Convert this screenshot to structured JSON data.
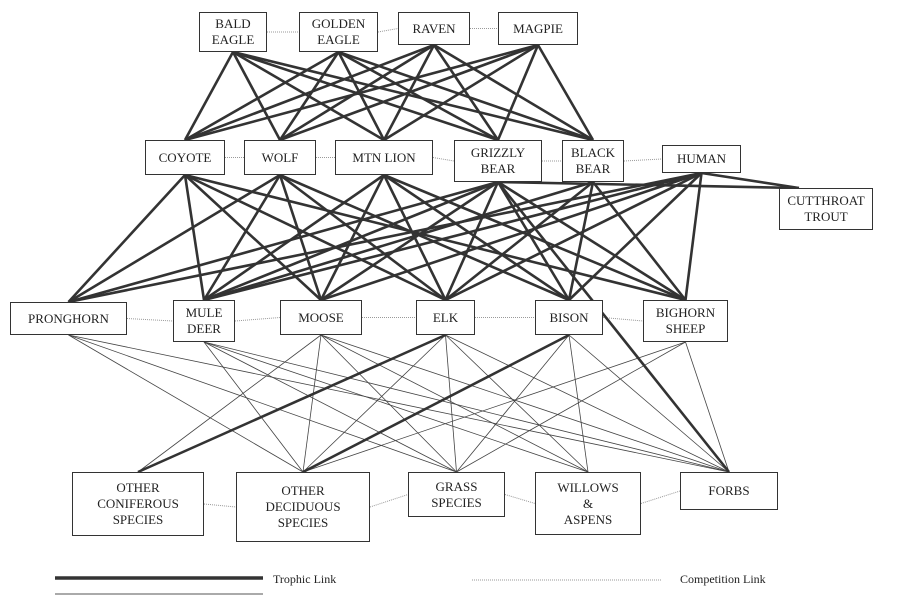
{
  "nodes": {
    "bald_eagle": "BALD\nEAGLE",
    "golden_eagle": "GOLDEN\nEAGLE",
    "raven": "RAVEN",
    "magpie": "MAGPIE",
    "coyote": "COYOTE",
    "wolf": "WOLF",
    "mtn_lion": "MTN LION",
    "grizzly_bear": "GRIZZLY\nBEAR",
    "black_bear": "BLACK\nBEAR",
    "human": "HUMAN",
    "cutthroat_trout": "CUTTHROAT\nTROUT",
    "pronghorn": "PRONGHORN",
    "mule_deer": "MULE\nDEER",
    "moose": "MOOSE",
    "elk": "ELK",
    "bison": "BISON",
    "bighorn_sheep": "BIGHORN\nSHEEP",
    "other_coniferous": "OTHER\nCONIFEROUS\nSPECIES",
    "other_deciduous": "OTHER\nDECIDUOUS\nSPECIES",
    "grass": "GRASS\nSPECIES",
    "willows_aspens": "WILLOWS\n&\nASPENS",
    "forbs": "FORBS"
  },
  "trophic_links": [
    [
      "bald_eagle",
      "coyote"
    ],
    [
      "bald_eagle",
      "wolf"
    ],
    [
      "bald_eagle",
      "mtn_lion"
    ],
    [
      "bald_eagle",
      "grizzly_bear"
    ],
    [
      "bald_eagle",
      "black_bear"
    ],
    [
      "golden_eagle",
      "coyote"
    ],
    [
      "golden_eagle",
      "wolf"
    ],
    [
      "golden_eagle",
      "mtn_lion"
    ],
    [
      "golden_eagle",
      "grizzly_bear"
    ],
    [
      "golden_eagle",
      "black_bear"
    ],
    [
      "raven",
      "coyote"
    ],
    [
      "raven",
      "wolf"
    ],
    [
      "raven",
      "mtn_lion"
    ],
    [
      "raven",
      "grizzly_bear"
    ],
    [
      "raven",
      "black_bear"
    ],
    [
      "magpie",
      "coyote"
    ],
    [
      "magpie",
      "wolf"
    ],
    [
      "magpie",
      "mtn_lion"
    ],
    [
      "magpie",
      "grizzly_bear"
    ],
    [
      "magpie",
      "black_bear"
    ],
    [
      "coyote",
      "pronghorn"
    ],
    [
      "coyote",
      "mule_deer"
    ],
    [
      "coyote",
      "moose"
    ],
    [
      "coyote",
      "elk"
    ],
    [
      "coyote",
      "bighorn_sheep"
    ],
    [
      "wolf",
      "mule_deer"
    ],
    [
      "wolf",
      "moose"
    ],
    [
      "wolf",
      "elk"
    ],
    [
      "wolf",
      "bison"
    ],
    [
      "wolf",
      "pronghorn"
    ],
    [
      "mtn_lion",
      "mule_deer"
    ],
    [
      "mtn_lion",
      "moose"
    ],
    [
      "mtn_lion",
      "elk"
    ],
    [
      "mtn_lion",
      "bighorn_sheep"
    ],
    [
      "mtn_lion",
      "bison"
    ],
    [
      "grizzly_bear",
      "pronghorn"
    ],
    [
      "grizzly_bear",
      "mule_deer"
    ],
    [
      "grizzly_bear",
      "moose"
    ],
    [
      "grizzly_bear",
      "elk"
    ],
    [
      "grizzly_bear",
      "bison"
    ],
    [
      "grizzly_bear",
      "bighorn_sheep"
    ],
    [
      "grizzly_bear",
      "cutthroat_trout"
    ],
    [
      "grizzly_bear",
      "forbs"
    ],
    [
      "black_bear",
      "mule_deer"
    ],
    [
      "black_bear",
      "elk"
    ],
    [
      "black_bear",
      "bison"
    ],
    [
      "black_bear",
      "bighorn_sheep"
    ],
    [
      "human",
      "pronghorn"
    ],
    [
      "human",
      "mule_deer"
    ],
    [
      "human",
      "moose"
    ],
    [
      "human",
      "elk"
    ],
    [
      "human",
      "bison"
    ],
    [
      "human",
      "bighorn_sheep"
    ],
    [
      "human",
      "cutthroat_trout"
    ],
    [
      "elk",
      "other_coniferous"
    ],
    [
      "bison",
      "other_deciduous"
    ]
  ],
  "diet_links": [
    [
      "pronghorn",
      "grass"
    ],
    [
      "pronghorn",
      "forbs"
    ],
    [
      "pronghorn",
      "other_deciduous"
    ],
    [
      "mule_deer",
      "other_deciduous"
    ],
    [
      "mule_deer",
      "grass"
    ],
    [
      "mule_deer",
      "forbs"
    ],
    [
      "mule_deer",
      "willows_aspens"
    ],
    [
      "moose",
      "other_coniferous"
    ],
    [
      "moose",
      "other_deciduous"
    ],
    [
      "moose",
      "willows_aspens"
    ],
    [
      "moose",
      "grass"
    ],
    [
      "moose",
      "forbs"
    ],
    [
      "elk",
      "other_coniferous"
    ],
    [
      "elk",
      "grass"
    ],
    [
      "elk",
      "willows_aspens"
    ],
    [
      "elk",
      "forbs"
    ],
    [
      "elk",
      "other_deciduous"
    ],
    [
      "bison",
      "grass"
    ],
    [
      "bison",
      "willows_aspens"
    ],
    [
      "bison",
      "forbs"
    ],
    [
      "bighorn_sheep",
      "grass"
    ],
    [
      "bighorn_sheep",
      "forbs"
    ],
    [
      "bighorn_sheep",
      "other_deciduous"
    ]
  ],
  "competition_links": [
    [
      "bald_eagle",
      "golden_eagle"
    ],
    [
      "golden_eagle",
      "raven"
    ],
    [
      "raven",
      "magpie"
    ],
    [
      "coyote",
      "wolf"
    ],
    [
      "wolf",
      "mtn_lion"
    ],
    [
      "mtn_lion",
      "grizzly_bear"
    ],
    [
      "grizzly_bear",
      "black_bear"
    ],
    [
      "black_bear",
      "human"
    ],
    [
      "pronghorn",
      "mule_deer"
    ],
    [
      "mule_deer",
      "moose"
    ],
    [
      "moose",
      "elk"
    ],
    [
      "elk",
      "bison"
    ],
    [
      "bison",
      "bighorn_sheep"
    ],
    [
      "other_coniferous",
      "other_deciduous"
    ],
    [
      "other_deciduous",
      "grass"
    ],
    [
      "grass",
      "willows_aspens"
    ],
    [
      "willows_aspens",
      "forbs"
    ]
  ],
  "legend": {
    "trophic": "Trophic Link",
    "competition": "Competition Link"
  }
}
